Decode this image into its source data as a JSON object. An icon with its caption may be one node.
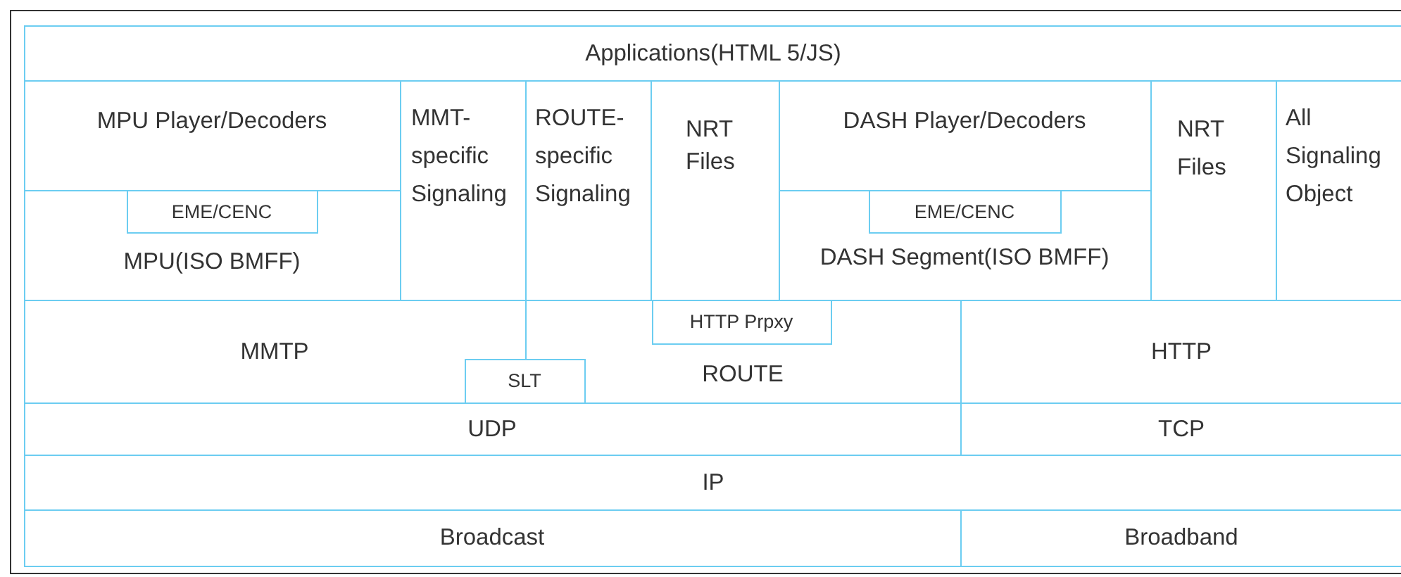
{
  "diagram": {
    "nodes": [
      {
        "text": [
          "Applications(HTML 5/JS)"
        ]
      },
      {
        "text": [
          "MPU Player/Decoders"
        ]
      },
      {
        "text": [
          "MMT- specific Signaling"
        ]
      },
      {
        "text": [
          "ROUTE- specific Signaling"
        ]
      },
      {
        "text": [
          "NRT Files"
        ]
      },
      {
        "text": [
          "DASH Player/Decoders"
        ]
      },
      {
        "text": [
          "NRT Files"
        ]
      },
      {
        "text": [
          "All Signaling Object"
        ]
      },
      {
        "text": [
          "MPU(ISO BMFF)"
        ]
      },
      {
        "text": [
          "EME/CENC"
        ],
        "in": 8
      },
      {
        "text": [
          "DASH Segment(ISO BMFF)"
        ]
      },
      {
        "text": [
          "EME/CENC"
        ],
        "in": 10
      },
      {
        "text": [
          "MMTP"
        ]
      },
      {
        "text": [
          "ROUTE"
        ]
      },
      {
        "text": [
          "HTTP Prpxy"
        ],
        "in": 13
      },
      {
        "text": [
          "HTTP"
        ]
      },
      {
        "text": [
          "SLT"
        ]
      },
      {
        "text": [
          "UDP"
        ]
      },
      {
        "text": [
          "TCP"
        ]
      },
      {
        "text": [
          "IP"
        ]
      },
      {
        "text": [
          "Broadcast"
        ]
      },
      {
        "text": [
          "Broadband"
        ]
      }
    ]
  }
}
